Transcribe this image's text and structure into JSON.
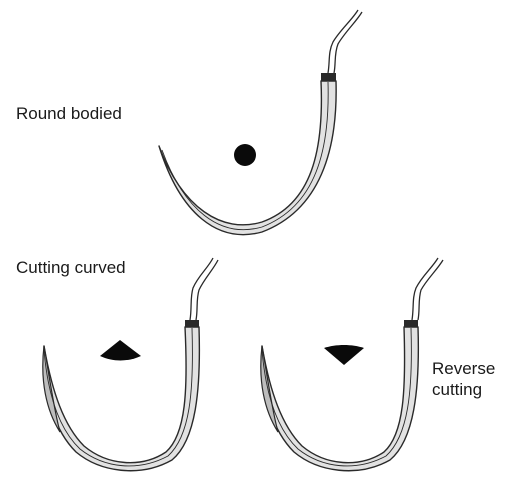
{
  "labels": {
    "round_bodied": "Round bodied",
    "cutting_curved": "Cutting curved",
    "reverse_line1": "Reverse",
    "reverse_line2": "cutting"
  },
  "colors": {
    "outline": "#2a2a2a",
    "needle_fill": "#e2e2e2",
    "blade_fill": "#bdbdbd",
    "section_fill": "#0a0a0a",
    "background": "#ffffff"
  },
  "needles": [
    {
      "name": "round-bodied-needle",
      "cross_section": "circle"
    },
    {
      "name": "cutting-curved-needle",
      "cross_section": "triangle-apex-up"
    },
    {
      "name": "reverse-cutting-needle",
      "cross_section": "triangle-apex-down"
    }
  ]
}
